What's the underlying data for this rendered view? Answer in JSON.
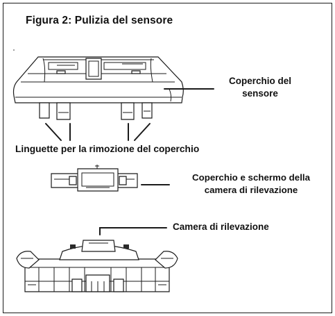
{
  "figure": {
    "title": "Figura 2:  Pulizia del sensore",
    "labels": {
      "sensor_cover": [
        "Coperchio del",
        "sensore"
      ],
      "cover_removal_tabs": "Linguette per la rimozione del coperchio",
      "chamber_cover_screen": [
        "Coperchio e schermo della",
        "camera di rilevazione"
      ],
      "sensing_chamber": "Camera di rilevazione"
    }
  }
}
